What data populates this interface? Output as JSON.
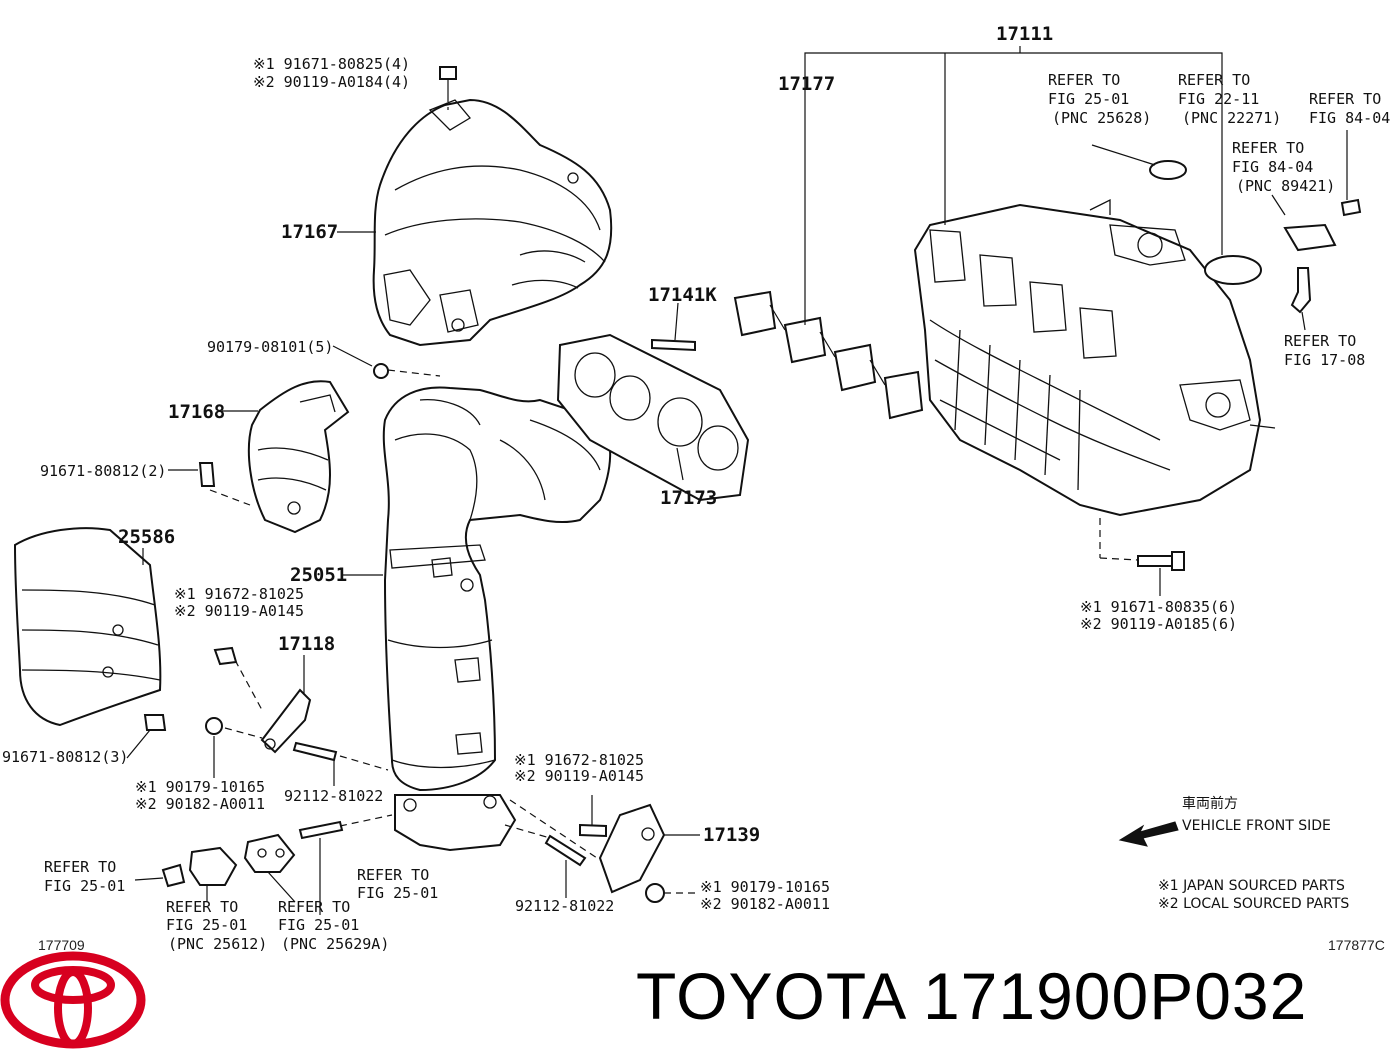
{
  "labels": {
    "p17111": "17111",
    "p17177": "17177",
    "p17167": "17167",
    "p17141k": "17141K",
    "p17168": "17168",
    "p17173": "17173",
    "p25586": "25586",
    "p25051": "25051",
    "p17118": "17118",
    "p17139": "17139",
    "bolt_top_1": "※1 91671-80825(4)",
    "bolt_top_2": "※2 90119-A0184(4)",
    "nut_08101": "90179-08101(5)",
    "bolt_80812_2": "91671-80812(2)",
    "bolt_80812_3": "91671-80812(3)",
    "bolt_81025_a1": "※1 91672-81025",
    "bolt_81025_a2": "※2 90119-A0145",
    "nut_10165_a1": "※1 90179-10165",
    "nut_10165_a2": "※2 90182-A0011",
    "stud_81022_a": "92112-81022",
    "bolt_81025_b1": "※1 91672-81025",
    "bolt_81025_b2": "※2 90119-A0145",
    "stud_81022_b": "92112-81022",
    "nut_10165_b1": "※1 90179-10165",
    "nut_10165_b2": "※2 90182-A0011",
    "bolt_80835_1": "※1 91671-80835(6)",
    "bolt_80835_2": "※2 90119-A0185(6)"
  },
  "refers": {
    "r25628": [
      "REFER TO",
      "FIG 25-01",
      "(PNC 25628)"
    ],
    "r22271": [
      "REFER TO",
      "FIG 22-11",
      "(PNC 22271)"
    ],
    "r8404": [
      "REFER TO",
      "FIG 84-04"
    ],
    "r89421": [
      "REFER TO",
      "FIG 84-04",
      "(PNC 89421)"
    ],
    "r1708": [
      "REFER TO",
      "FIG 17-08"
    ],
    "r2501_left": [
      "REFER TO",
      "FIG 25-01"
    ],
    "r2501_mid": [
      "REFER TO",
      "FIG 25-01"
    ],
    "r25612": [
      "REFER TO",
      "FIG 25-01",
      "(PNC 25612)"
    ],
    "r25629a": [
      "REFER TO",
      "FIG 25-01",
      "(PNC 25629A)"
    ]
  },
  "front": {
    "jp": "車両前方",
    "en": "VEHICLE FRONT SIDE"
  },
  "legend": {
    "line1": "※1 JAPAN SOURCED PARTS",
    "line2": "※2 LOCAL SOURCED PARTS"
  },
  "codes": {
    "left": "177709",
    "right": "177877C"
  },
  "brand": {
    "title": "TOYOTA 171900P032",
    "logo_color": "#d7001f"
  }
}
